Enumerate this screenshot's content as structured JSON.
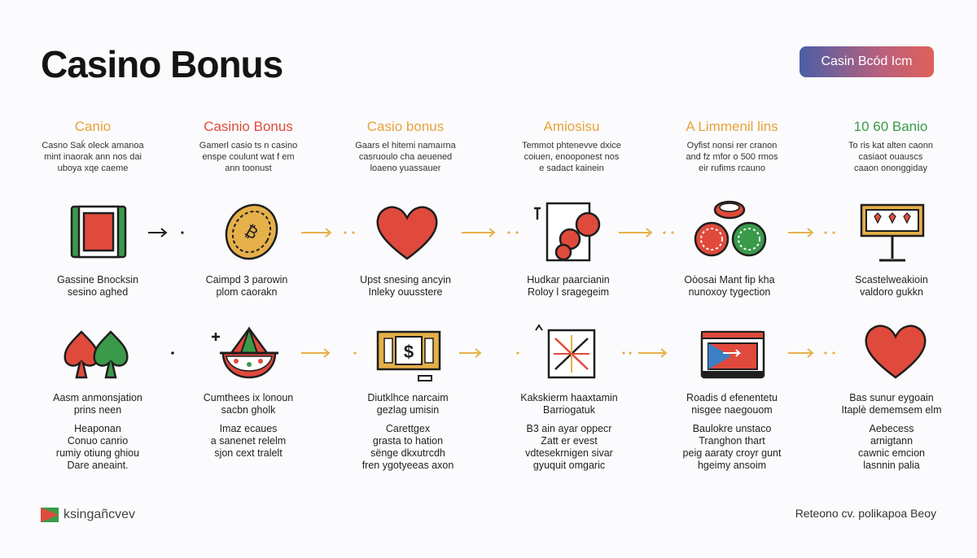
{
  "header": {
    "title": "Casino Bonus",
    "tag_button": "Casin Bсód Icm"
  },
  "colors": {
    "red": "#e04a3c",
    "green": "#3a9a4a",
    "gold": "#e6b04a",
    "dark": "#1e1e1e"
  },
  "columns": [
    {
      "title": "Canio",
      "color": "#e8a23a",
      "desc": [
        "Casno Saḱ oleck amanoa",
        "mint inaorak ann nos dai",
        "uboya xqe caeme"
      ]
    },
    {
      "title": "Casinio Bonus",
      "color": "#e04a3c",
      "desc": [
        "Gamerl casio ts n casino",
        "enspe coulunt wat f em",
        "ann toonust"
      ]
    },
    {
      "title": "Casio bonus",
      "color": "#e8a23a",
      "desc": [
        "Gaars el hitemi namaırna",
        "casruoulo cha aeuened",
        "loaeno yuassauer"
      ]
    },
    {
      "title": "Amiosisu",
      "color": "#e8a23a",
      "desc": [
        "Temmot phtenevve dxice",
        "coiuen, enooponest nos",
        "e sadact kainein"
      ]
    },
    {
      "title": "A Limmenil lins",
      "color": "#e8a23a",
      "desc": [
        "Oyfist nonsi rer cranon",
        "and fz mfor o 500 rmos",
        "eir rufims rcauno"
      ]
    },
    {
      "title": "10 60 Banio",
      "color": "#3a9a4a",
      "desc": [
        "To ris kat alten caonn",
        "casiaot ouauscs",
        "caaon ononggiday"
      ]
    }
  ],
  "row1_captions": [
    [
      "Gassine Bnocksin",
      "sesino aghed"
    ],
    [
      "Caimpd 3 parowin",
      "plom caorakn"
    ],
    [
      "Upst snesing ancyin",
      "Inleky ouusstere"
    ],
    [
      "Hudkar paarcianin",
      "Roloy l sragegeim"
    ],
    [
      "Oòosai Mant fip kha",
      "nunoxoy tygection"
    ],
    [
      "Scastelweakioin",
      "valdoro gukkn"
    ]
  ],
  "row2_captions": [
    {
      "top": [
        "Aasm anmonsjation",
        "prins neen"
      ],
      "bottom": [
        "Heaponan",
        "Conuo canrio",
        "rumiy otiung ghiou",
        "Dare aneaint."
      ]
    },
    {
      "top": [
        "Cumthees ix lonoun",
        "sacbn gholk"
      ],
      "bottom": [
        "Imaz ecaues",
        "a sanenet relelm",
        "sjon cext tralelt"
      ]
    },
    {
      "top": [
        "Diutklhce narcaim",
        "gezlag umisin"
      ],
      "bottom": [
        "Carettgex",
        "grasta to hation",
        "sënge dkxutrcdh",
        "fren ygotyeeas axon"
      ]
    },
    {
      "top": [
        "Kakskierm haaxtamin",
        "Barriogatuk"
      ],
      "bottom": [
        "B3 ain ayar oppecr",
        "Zatt er evest",
        "vdtesekrnigen sivar",
        "gyuquit omgaric"
      ]
    },
    {
      "top": [
        "Roadis d efenentetu",
        "nisgee naegouom"
      ],
      "bottom": [
        "Baulokre unstaco",
        "Tranghon thart",
        "peig aaraty croyr gunt",
        "hgeimy ansoim"
      ]
    },
    {
      "top": [
        "Bas sunur eygoain",
        "Itaplè dememsem elm"
      ],
      "bottom": [
        "Aebecess",
        "arnigtann",
        "cawnic emcion",
        "lasnnin palia"
      ]
    }
  ],
  "footer": {
    "logo_text": "ksingañcvev",
    "right_text": "Reteono cv. polikapoa Beoy"
  }
}
